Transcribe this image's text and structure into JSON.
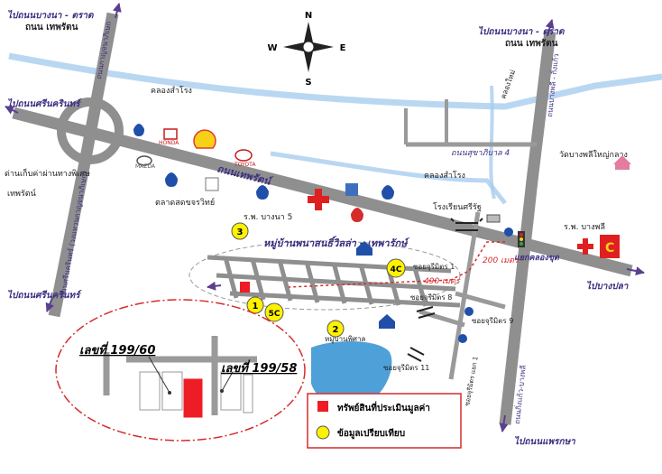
{
  "compass": {
    "n": "N",
    "s": "S",
    "e": "E",
    "w": "W"
  },
  "road_labels": {
    "to_bangna_trat_left": "ไปถนนบางนา - ตราด",
    "thepparat_left": "ถนน เทพรัตน",
    "to_bangna_trat_right": "ไปถนนบางนา - ตราด",
    "thepparat_right": "ถนน เทพรัตน",
    "to_srinakarin_top": "ไปถนนศรีนครินทร์",
    "to_srinakarin_bottom": "ไปถนนศรีนครินทร์",
    "thepparat_road": "ถนนเทพรัตน์",
    "to_bangpla": "ไปบางปลา",
    "to_phraeksa": "ไปถนนแพรกษา",
    "vertical_left_top": "ถนนกาญจนาภิเษก",
    "vertical_left_bottom": "ถนนศรีนครินทร์ (วงแหวนกาญจนาภิเษก)",
    "vertical_right_top": "ถนนบางพลี - กิ่งแก้ว",
    "vertical_right_bottom": "ถนนกิ่งแก้ว-บางพลี",
    "sukhaphiban": "ถนนสุขาภิบาล 4",
    "soi_9": "ซอยจุรีมิตร 9",
    "soi_1": "ซอยจุรีมิตร 1",
    "soi_8": "ซอยจุรีมิตร 8",
    "soi_11": "ซอยจุรีมิตร 11",
    "soi_alley": "ซอยจุรีมิตร แยก 1"
  },
  "places": {
    "toll": "ด่านเก็บค่าผ่านทางพิเศษ",
    "toll2": "เทพรัตน์",
    "market": "ตลาดสดขจรวิทย์",
    "hospital_bangna": "ร.พ. บางนา 5",
    "canal_top": "คลองสำโรง",
    "canal_mid": "คลองสำโรง",
    "canal_right": "คลองใหม่",
    "temple": "วัดบางพลีใหญ่กลาง",
    "school": "โรงเรียนศรีรัฐ",
    "hospital_bangphli": "ร.พ. บางพลี",
    "intersection": "แยกคลองขุด",
    "village_main": "หมู่บ้านพนาสนธิ์วิลล่า - เทพารักษ์",
    "village_pisan": "หมู่บ้านพิศาล",
    "toyota": "TOYOTA",
    "mazda": "MAZDA",
    "honda": "HONDA"
  },
  "distances": {
    "d200": "200 เมตร",
    "d490": "490 เมตร"
  },
  "markers": [
    "1",
    "2",
    "3",
    "4C",
    "5C"
  ],
  "inset": {
    "lot_a": "เลขที่ 199/60",
    "lot_b": "เลขที่ 199/58"
  },
  "legend": {
    "subject": "ทรัพย์สินที่ประเมินมูลค่า",
    "comparable": "ข้อมูลเปรียบเทียบ"
  },
  "colors": {
    "road": "#8f8f8f",
    "canal": "#a9cdef",
    "lake": "#4ea1d8",
    "subject": "#ee1c24",
    "marker": "#fff200",
    "dashed": "#d62b2b",
    "arrow": "#5b3f8e"
  }
}
